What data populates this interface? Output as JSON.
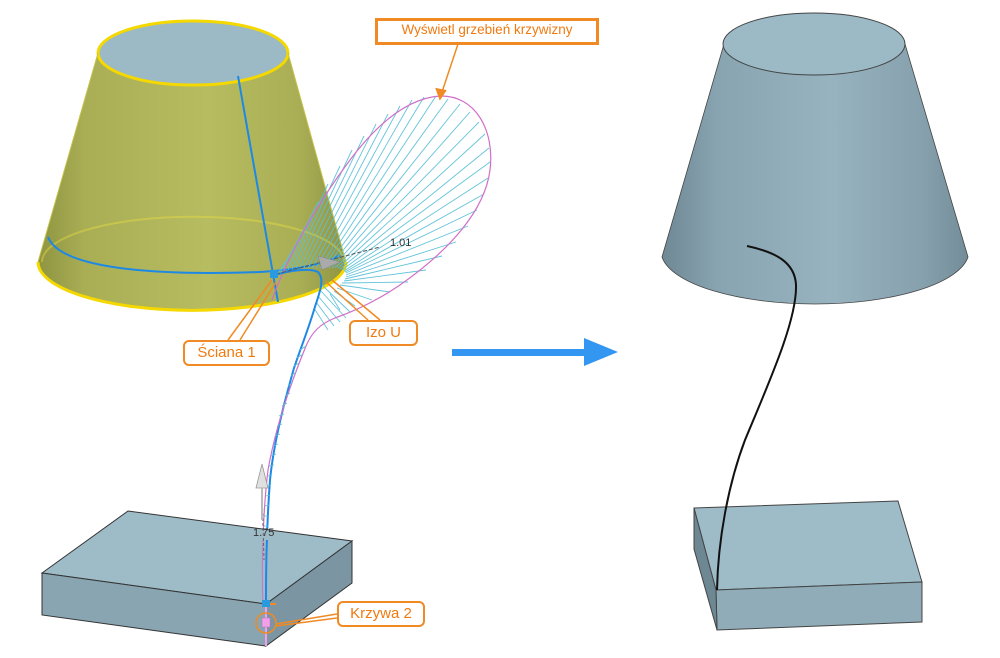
{
  "callouts": {
    "show_curvature_comb": "Wyświetl grzebień krzywizny",
    "face_1": "Ściana 1",
    "iso_u": "Izo U",
    "curve_2": "Krzywa 2"
  },
  "dimensions": {
    "top_magnitude": "1.01",
    "bottom_magnitude": "1.75"
  },
  "colors": {
    "callout_border": "#f08a24",
    "callout_text": "#f07a10",
    "selected_face": "#b3b95e",
    "selected_edge": "#f5d800",
    "body_face": "#9bb8c4",
    "comb_lines": "#5bc0d8",
    "comb_envelope": "#d070c8",
    "curve_selected": "#1e88e5",
    "arrow": "#3396f0",
    "result_curve": "#111111"
  },
  "panels": {
    "before": "edit-state-with-curvature-comb",
    "after": "result-bridge-curve"
  }
}
